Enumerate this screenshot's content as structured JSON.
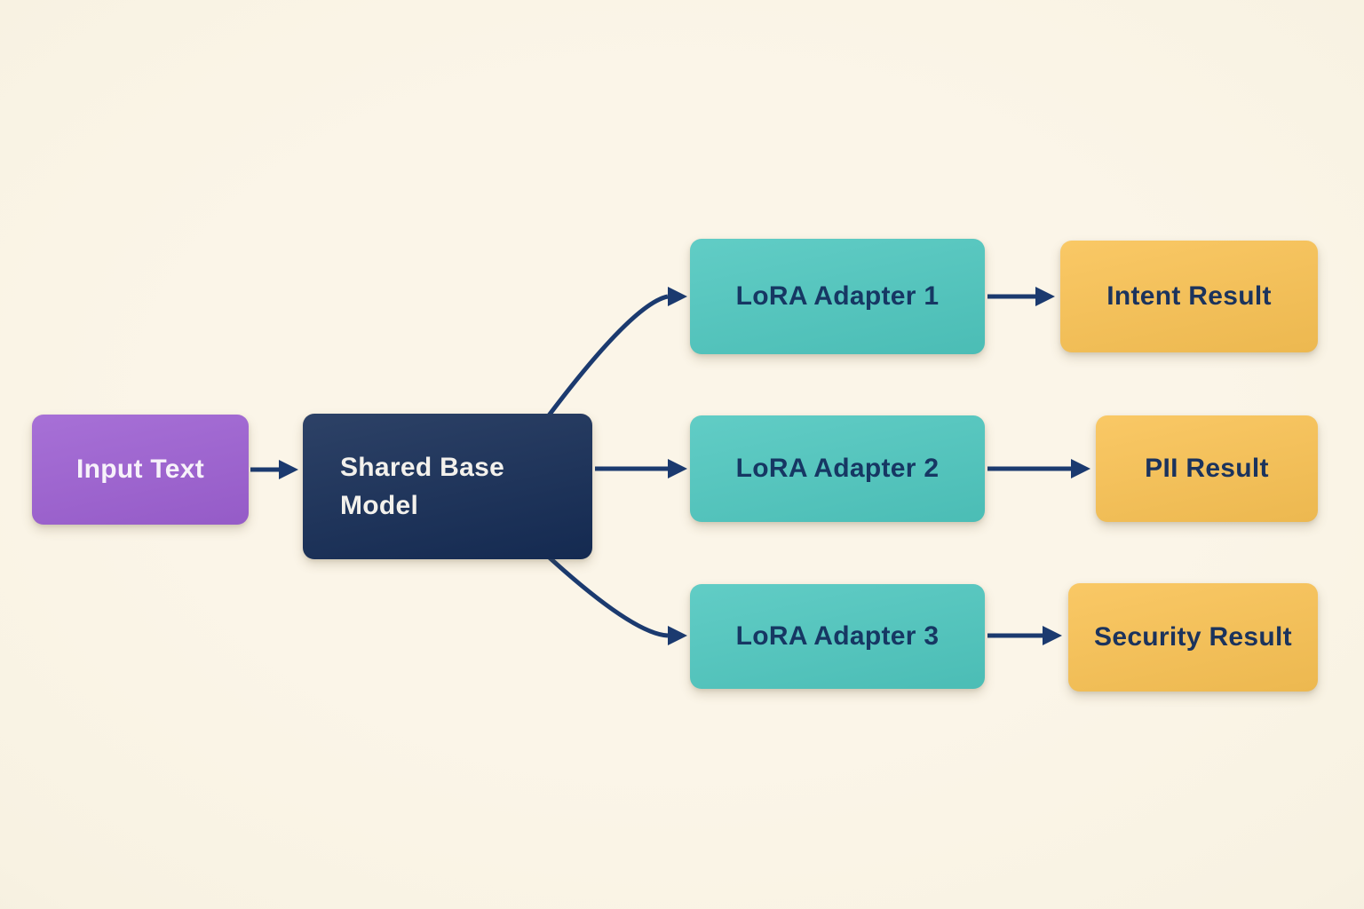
{
  "diagram": {
    "type": "flowchart",
    "background": "#FAF4E5",
    "edge_color": "#1B3A6F",
    "nodes": {
      "input_text": {
        "label": "Input Text",
        "fill": "#9D60D2",
        "text_color": "#F7F2FA"
      },
      "shared_base_model": {
        "label": "Shared Base Model",
        "fill": "#152C55",
        "text_color": "#F3F1EC"
      },
      "lora_adapter_1": {
        "label": "LoRA Adapter 1",
        "fill": "#4FC7BF",
        "text_color": "#163763"
      },
      "lora_adapter_2": {
        "label": "LoRA Adapter 2",
        "fill": "#4FC7BF",
        "text_color": "#163763"
      },
      "lora_adapter_3": {
        "label": "LoRA Adapter 3",
        "fill": "#4FC7BF",
        "text_color": "#163763"
      },
      "intent_result": {
        "label": "Intent Result",
        "fill": "#F9C254",
        "text_color": "#1B335D"
      },
      "pii_result": {
        "label": "PII Result",
        "fill": "#F9C254",
        "text_color": "#1B335D"
      },
      "security_result": {
        "label": "Security Result",
        "fill": "#F9C254",
        "text_color": "#1B335D"
      }
    },
    "edges": [
      {
        "from": "input_text",
        "to": "shared_base_model",
        "style": "straight"
      },
      {
        "from": "shared_base_model",
        "to": "lora_adapter_1",
        "style": "curved"
      },
      {
        "from": "shared_base_model",
        "to": "lora_adapter_2",
        "style": "straight"
      },
      {
        "from": "shared_base_model",
        "to": "lora_adapter_3",
        "style": "curved"
      },
      {
        "from": "lora_adapter_1",
        "to": "intent_result",
        "style": "straight"
      },
      {
        "from": "lora_adapter_2",
        "to": "pii_result",
        "style": "straight"
      },
      {
        "from": "lora_adapter_3",
        "to": "security_result",
        "style": "straight"
      }
    ]
  }
}
